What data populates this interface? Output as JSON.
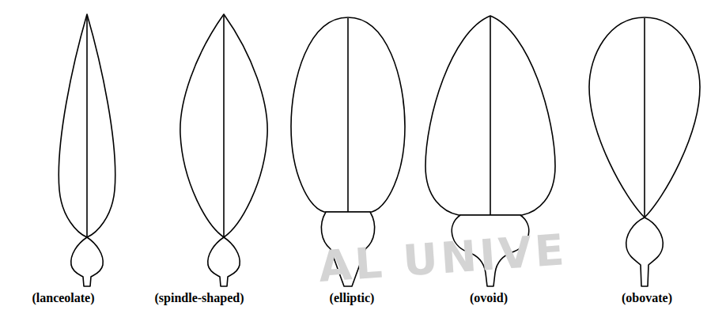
{
  "diagram": {
    "labels": [
      "(lanceolate)",
      "(spindle-shaped)",
      "(elliptic)",
      "(ovoid)",
      "(obovate)",
      "AL UNIVE"
    ]
  }
}
